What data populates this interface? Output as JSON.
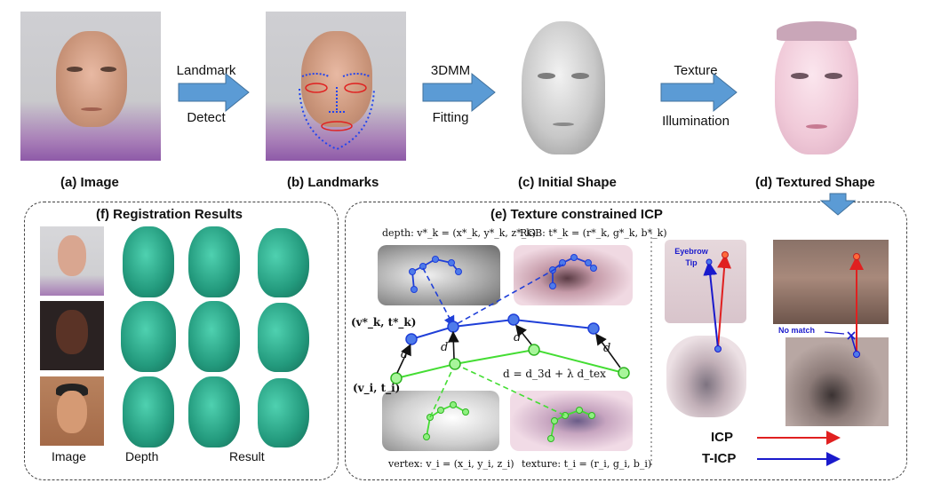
{
  "pipeline": {
    "a_label": "(a) Image",
    "b_label": "(b) Landmarks",
    "c_label": "(c) Initial Shape",
    "d_label": "(d) Textured Shape",
    "arrow1": {
      "top": "Landmark",
      "bottom": "Detect"
    },
    "arrow2": {
      "top": "3DMM",
      "bottom": "Fitting"
    },
    "arrow3": {
      "top": "Texture",
      "bottom": "Illumination"
    }
  },
  "registration": {
    "title": "(f) Registration Results",
    "col_image": "Image",
    "col_depth": "Depth",
    "col_result": "Result"
  },
  "icp": {
    "title": "(e) Texture constrained ICP",
    "depth_label": "depth: v*_k = (x*_k, y*_k, z*_k)",
    "rgb_label": "RGB: t*_k = (r*_k, g*_k, b*_k)",
    "vertex_label": "vertex: v_i = (x_i, y_i, z_i)",
    "texture_label": "texture: t_i = (r_i, g_i, b_i)",
    "target_pair": "(v*_k, t*_k)",
    "source_pair": "(v_i, t_i)",
    "d_symbol": "d",
    "distance_formula": "d = d_3d + λ d_tex",
    "eyebrow_tip": "Eyebrow Tip",
    "no_match": "No match",
    "legend_icp": "ICP",
    "legend_ticp": "T-ICP",
    "colors": {
      "target": "#1f3fd8",
      "source": "#44dd33",
      "icp": "#e02020",
      "ticp": "#1a1acc",
      "arrow": "#5b9bd5"
    }
  }
}
